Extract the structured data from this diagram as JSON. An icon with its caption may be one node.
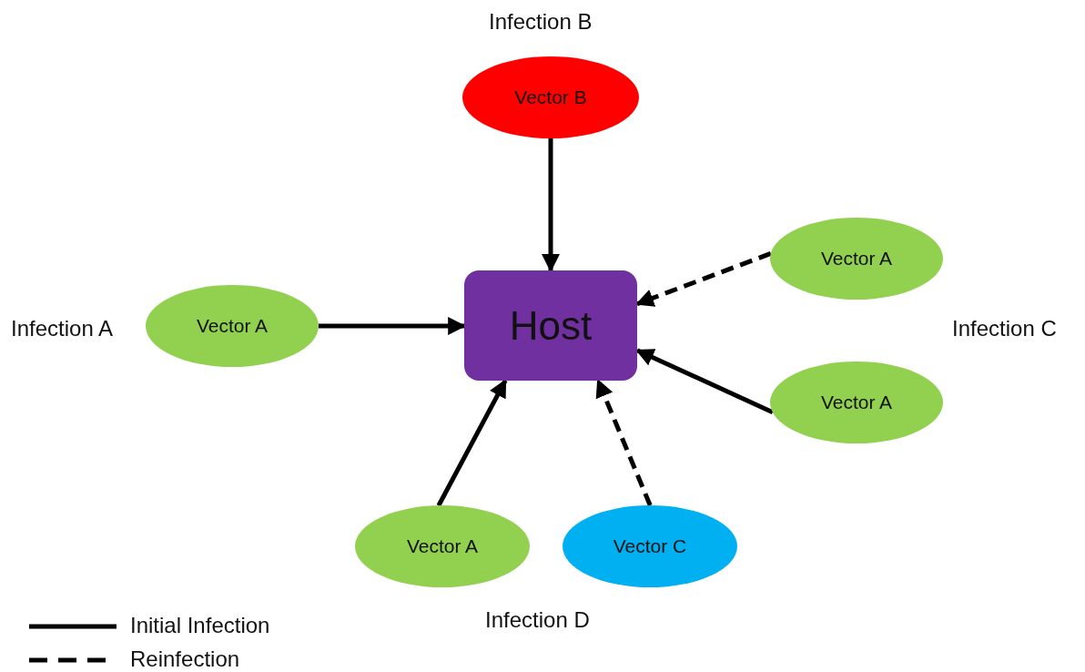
{
  "diagram": {
    "nodes": [
      {
        "text": [
          "Host"
        ]
      },
      {
        "text": [
          "Vector B"
        ]
      },
      {
        "text": [
          "Vector A"
        ]
      },
      {
        "text": [
          "Vector A"
        ]
      },
      {
        "text": [
          "Vector A"
        ]
      },
      {
        "text": [
          "Vector A"
        ]
      },
      {
        "text": [
          "Vector C"
        ]
      }
    ],
    "edges": [
      {
        "from": 1,
        "to": 0,
        "arrow": "to"
      },
      {
        "from": 2,
        "to": 0,
        "arrow": "to"
      },
      {
        "from": 3,
        "to": 0,
        "arrow": "to",
        "style": "dashed"
      },
      {
        "from": 4,
        "to": 0,
        "arrow": "to"
      },
      {
        "from": 5,
        "to": 0,
        "arrow": "to"
      },
      {
        "from": 6,
        "to": 0,
        "arrow": "to",
        "style": "dashed"
      }
    ],
    "labels": [
      "Infection B",
      "Infection A",
      "Infection C",
      "Infection D"
    ],
    "legend": [
      {
        "text": "Initial Infection"
      },
      {
        "text": "Reinfection"
      }
    ]
  }
}
